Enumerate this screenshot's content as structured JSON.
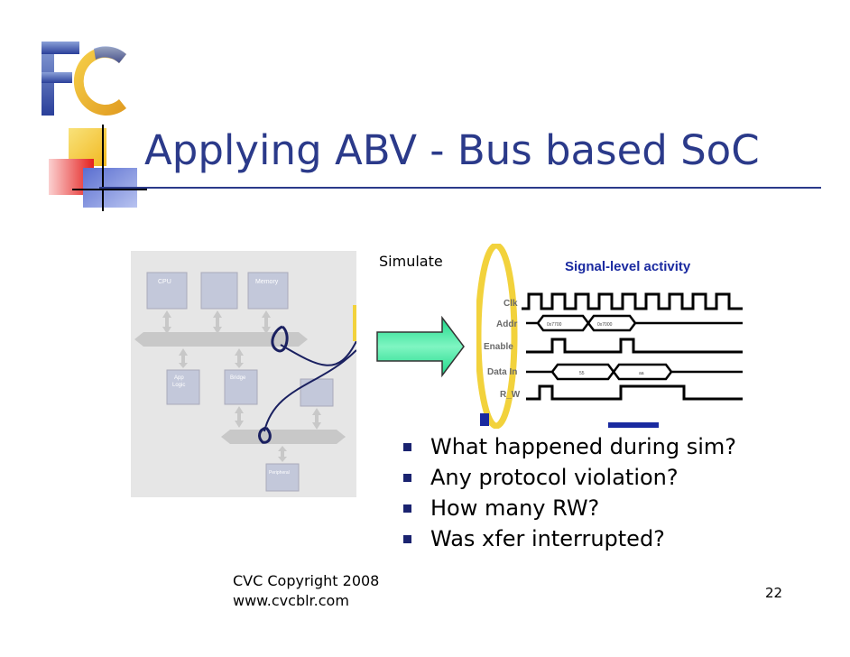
{
  "slide": {
    "logo_text": "FC",
    "title": "Applying ABV - Bus based SoC",
    "simulate_label": "Simulate",
    "bullets": [
      "What happened during sim?",
      "Any protocol violation?",
      "How many RW?",
      "Was xfer interrupted?"
    ],
    "footer": {
      "copyright": "CVC Copyright 2008",
      "website": "www.cvcblr.com"
    },
    "page_number": "22"
  },
  "block_diagram": {
    "cpu": "CPU",
    "memory": "Memory",
    "app_logic_1": "App",
    "app_logic_2": "Logic",
    "bridge": "Bridge",
    "peripheral": "Peripheral"
  },
  "waveform": {
    "title": "Signal-level activity",
    "signals": [
      "Clk",
      "Addr",
      "Enable",
      "Data In",
      "R_W"
    ],
    "addr_values": [
      "0x7700",
      "0x7000"
    ],
    "data_values": [
      "55",
      "aa"
    ]
  },
  "colors": {
    "title": "#2b3a8a",
    "bullet": "#1a2370",
    "arrow_fill": "#2ee89a",
    "waveform_title": "#1a2aa0",
    "ellipse": "#f2d23c"
  }
}
